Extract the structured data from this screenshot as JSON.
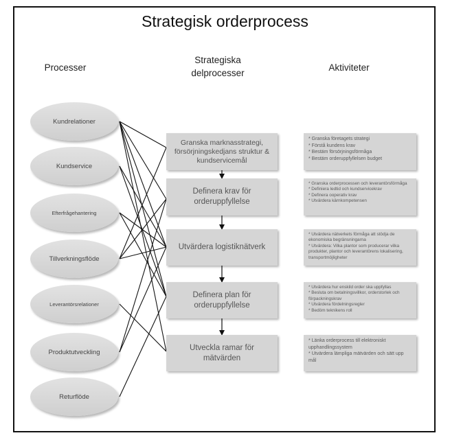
{
  "title": "Strategisk orderprocess",
  "headers": {
    "processes": "Processer",
    "subprocesses_line1": "Strategiska",
    "subprocesses_line2": "delprocesser",
    "activities": "Aktiviteter"
  },
  "processes": [
    "Kundrelationer",
    "Kundservice",
    "Efterfrågehantering",
    "Tillverkningsflöde",
    "Leverantörsrelationer",
    "Produktutveckling",
    "Returflöde"
  ],
  "subprocesses": [
    "Granska marknasstrategi, försörjningskedjans struktur & kundservicemål",
    "Definera krav för orderuppfyllelse",
    "Utvärdera logistiknätverk",
    "Definera plan för orderuppfyllelse",
    "Utveckla ramar för mätvärden"
  ],
  "activities": [
    [
      "* Granska företagets strategi",
      "* Förstå kundens krav",
      "* Bestäm försörjningsförmåga",
      "* Bestäm orderuppfyllelsen budget"
    ],
    [
      "* Granska orderprocessen och leverantörsförmåga",
      "* Definiera ledtid och kundservicekrav",
      "* Definera ooperativ krav",
      "* Utvärdera kärnkompetensen"
    ],
    [
      "* Utvärdera nätverkets förmåga att stödja de ekonomiska begränsningarna",
      "* Utvärdera: Vilka plantor som producerar vilka produkter, plantor och leverantörens lokalisering, transportmöjligheter"
    ],
    [
      "* Utvärdera hur enskild order ska uppfyllas",
      "* Besluta om betalningsvillkor, orderstorlek och förpackningskrav",
      "* Utvärdera fördelningsregler",
      "* Bedöm teknikens roll"
    ],
    [
      "* Länka orderprocess till elektroniskt upphandlingssystem",
      "* Utvärdera lämpliga mätvärden och sätt upp mål"
    ]
  ]
}
